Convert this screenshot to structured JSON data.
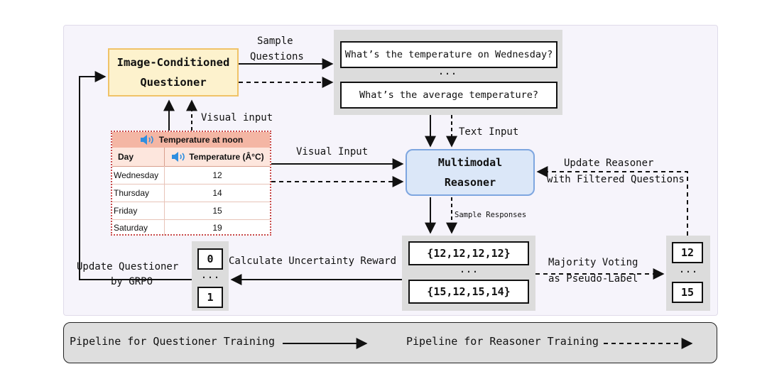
{
  "questioner": {
    "line1": "Image-Conditioned",
    "line2": "Questioner"
  },
  "sample_questions": {
    "line1": "Sample",
    "line2": "Questions"
  },
  "questions": {
    "first": "What’s the temperature on Wednesday?",
    "ellipsis": "...",
    "last": "What’s the average temperature?"
  },
  "visual_input_top": "Visual input",
  "text_input": "Text Input",
  "visual_input_mid": "Visual Input",
  "table": {
    "title": "Temperature at noon",
    "col_day": "Day",
    "col_temp": "Temperature (Â°C)",
    "rows": [
      {
        "day": "Wednesday",
        "temp": "12"
      },
      {
        "day": "Thursday",
        "temp": "14"
      },
      {
        "day": "Friday",
        "temp": "15"
      },
      {
        "day": "Saturday",
        "temp": "19"
      }
    ],
    "header_color": "#f4b6a4",
    "icon": "speaker-icon"
  },
  "reasoner": {
    "line1": "Multimodal",
    "line2": "Reasoner"
  },
  "update_reasoner": {
    "line1": "Update Reasoner",
    "line2": "with Filtered Questions"
  },
  "sample_responses": "Sample Responses",
  "responses": {
    "first": "{12,12,12,12}",
    "ellipsis": "...",
    "last": "{15,12,15,14}"
  },
  "majority": {
    "line1": "Majority Voting",
    "line2": "as Pseudo-Label"
  },
  "pseudo_labels": {
    "first": "12",
    "ellipsis": "...",
    "last": "15"
  },
  "uncertainty": "Calculate Uncertainty Reward",
  "rewards": {
    "first": "0",
    "ellipsis": "...",
    "last": "1"
  },
  "update_questioner": {
    "line1": "Update Questioner",
    "line2": "by GRPO"
  },
  "legend": {
    "questioner_pipeline": "Pipeline for Questioner Training",
    "reasoner_pipeline": "Pipeline for Reasoner Training"
  },
  "colors": {
    "questioner_fill": "#fdf2cd",
    "questioner_border": "#f0c368",
    "reasoner_fill": "#dbe7f8",
    "reasoner_border": "#7ea6e0"
  }
}
